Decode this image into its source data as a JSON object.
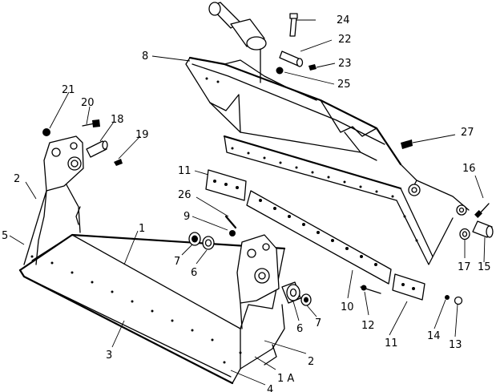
{
  "callouts": [
    {
      "id": "1",
      "label": "1"
    },
    {
      "id": "1A",
      "label": "1 A"
    },
    {
      "id": "2a",
      "label": "2"
    },
    {
      "id": "2b",
      "label": "2"
    },
    {
      "id": "3",
      "label": "3"
    },
    {
      "id": "4",
      "label": "4"
    },
    {
      "id": "5",
      "label": "5"
    },
    {
      "id": "6a",
      "label": "6"
    },
    {
      "id": "6b",
      "label": "6"
    },
    {
      "id": "7a",
      "label": "7"
    },
    {
      "id": "7b",
      "label": "7"
    },
    {
      "id": "8",
      "label": "8"
    },
    {
      "id": "9",
      "label": "9"
    },
    {
      "id": "10",
      "label": "10"
    },
    {
      "id": "11a",
      "label": "11"
    },
    {
      "id": "11b",
      "label": "11"
    },
    {
      "id": "12",
      "label": "12"
    },
    {
      "id": "13",
      "label": "13"
    },
    {
      "id": "14",
      "label": "14"
    },
    {
      "id": "15",
      "label": "15"
    },
    {
      "id": "16",
      "label": "16"
    },
    {
      "id": "17",
      "label": "17"
    },
    {
      "id": "18",
      "label": "18"
    },
    {
      "id": "19",
      "label": "19"
    },
    {
      "id": "20",
      "label": "20"
    },
    {
      "id": "21",
      "label": "21"
    },
    {
      "id": "22",
      "label": "22"
    },
    {
      "id": "23",
      "label": "23"
    },
    {
      "id": "24",
      "label": "24"
    },
    {
      "id": "25",
      "label": "25"
    },
    {
      "id": "26",
      "label": "26"
    },
    {
      "id": "27",
      "label": "27"
    }
  ]
}
